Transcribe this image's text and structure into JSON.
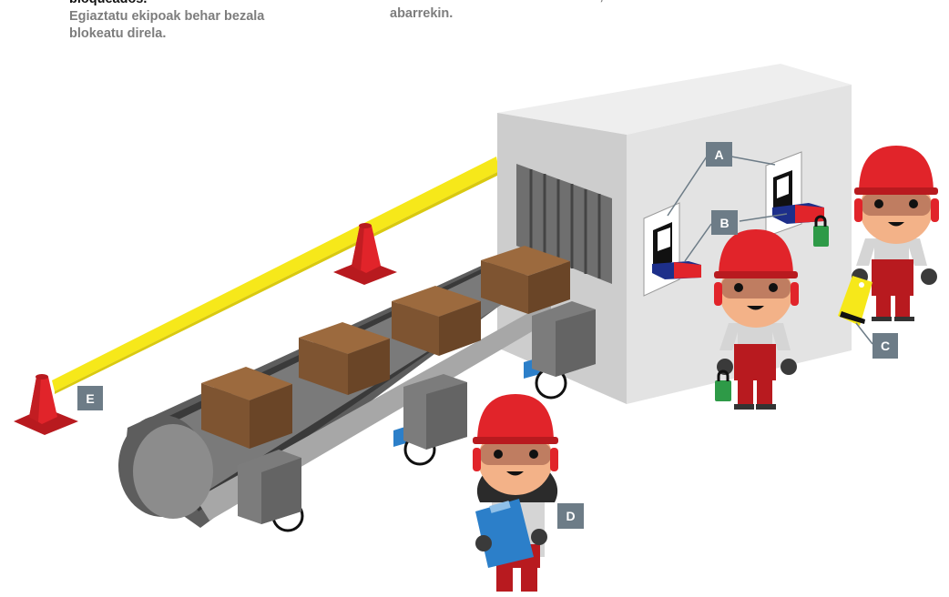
{
  "captions": {
    "left_title": "bloqueados.",
    "left_body": "Egiaztatu ekipoak behar bezala blokeatu direla.",
    "right_body": "Seinaleztatu lan-eremua zerrenda, kono eta abarrekin."
  },
  "labels": {
    "a": "A",
    "b": "B",
    "c": "C",
    "d": "D",
    "e": "E"
  },
  "colors": {
    "label_bg": "#6d7c87",
    "hard_hat": "#e1242a",
    "barrier_tape": "#f6e81a",
    "cone": "#e1242a",
    "box": "#7e5431",
    "machine": "#d5d5d5",
    "lock": "#2e9a47"
  }
}
